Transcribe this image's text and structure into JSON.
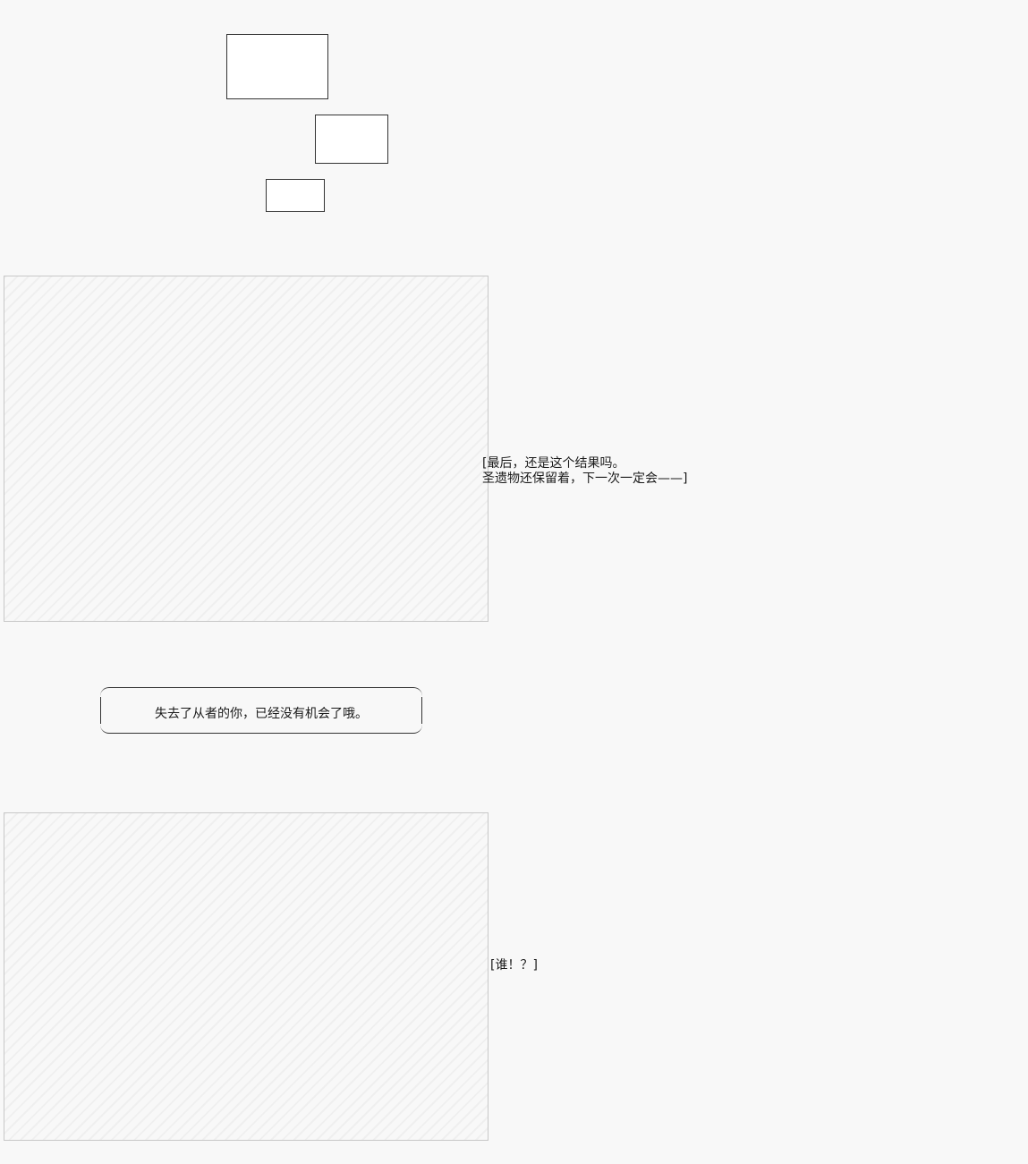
{
  "scene1": {
    "caption_lines": "[最后，还是这个结果吗。\n圣遗物还保留着，下一次一定会——]"
  },
  "bubble": {
    "text": "失去了从者的你，已经没有机会了哦。"
  },
  "scene2": {
    "caption": "[谁！？]"
  }
}
